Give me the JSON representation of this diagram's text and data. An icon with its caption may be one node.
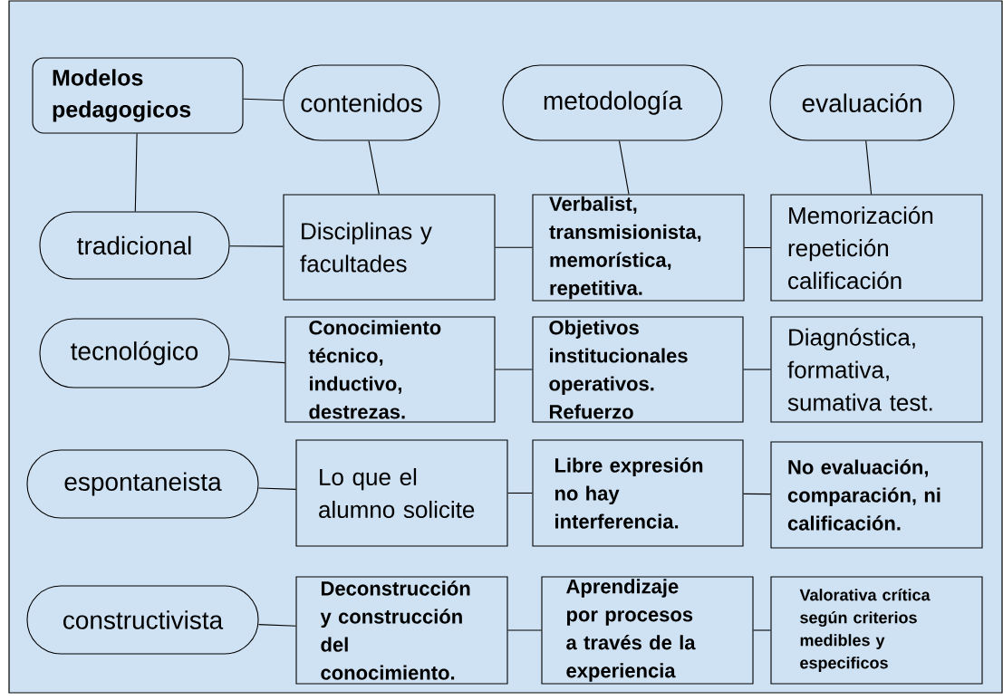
{
  "diagram": {
    "nodes": [
      {
        "text": [
          "Modelos pedagogicos"
        ]
      },
      {
        "text": [
          "contenidos"
        ]
      },
      {
        "text": [
          "metodología"
        ]
      },
      {
        "text": [
          "evaluación"
        ]
      },
      {
        "text": [
          "tradicional"
        ]
      },
      {
        "text": [
          "Disciplinas y facultades"
        ]
      },
      {
        "text": [
          "Verbalist, transmisionista, memorística, repetitiva."
        ]
      },
      {
        "text": [
          "Memorización repetición calificación"
        ]
      },
      {
        "text": [
          "tecnológico"
        ]
      },
      {
        "text": [
          "Conocimiento técnico, inductivo, destrezas."
        ]
      },
      {
        "text": [
          "Objetivos institucionales operativos. Refuerzo"
        ]
      },
      {
        "text": [
          "Diagnóstica, formativa, sumativa test."
        ]
      },
      {
        "text": [
          "espontaneista"
        ]
      },
      {
        "text": [
          "Lo que el alumno solicite"
        ]
      },
      {
        "text": [
          "Libre expresión no hay interferencia."
        ]
      },
      {
        "text": [
          "No evaluación, comparación, ni calificación."
        ]
      },
      {
        "text": [
          "constructivista"
        ]
      },
      {
        "text": [
          "Deconstrucción y construcción del conocimiento."
        ]
      },
      {
        "text": [
          "Aprendizaje por procesos a través de la experiencia"
        ]
      },
      {
        "text": [
          "Valorativa crítica según criterios medibles y especificos"
        ]
      }
    ],
    "edges": [
      {
        "from": 0,
        "to": 1,
        "arrow": "none"
      },
      {
        "from": 0,
        "to": 4,
        "arrow": "none"
      },
      {
        "from": 1,
        "to": 5,
        "arrow": "none"
      },
      {
        "from": 2,
        "to": 6,
        "arrow": "none"
      },
      {
        "from": 3,
        "to": 7,
        "arrow": "none"
      },
      {
        "from": 4,
        "to": 5,
        "arrow": "none"
      },
      {
        "from": 5,
        "to": 6,
        "arrow": "none"
      },
      {
        "from": 6,
        "to": 7,
        "arrow": "none"
      },
      {
        "from": 8,
        "to": 9,
        "arrow": "none"
      },
      {
        "from": 9,
        "to": 10,
        "arrow": "none"
      },
      {
        "from": 10,
        "to": 11,
        "arrow": "none"
      },
      {
        "from": 12,
        "to": 13,
        "arrow": "none"
      },
      {
        "from": 13,
        "to": 14,
        "arrow": "none"
      },
      {
        "from": 14,
        "to": 15,
        "arrow": "none"
      },
      {
        "from": 16,
        "to": 17,
        "arrow": "none"
      },
      {
        "from": 17,
        "to": 18,
        "arrow": "none"
      },
      {
        "from": 18,
        "to": 19,
        "arrow": "none"
      }
    ]
  }
}
